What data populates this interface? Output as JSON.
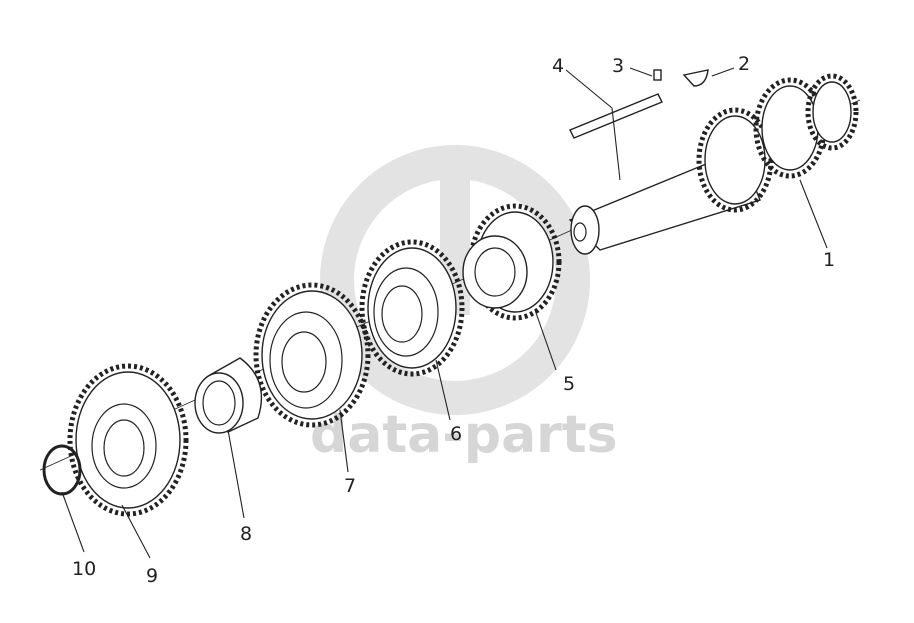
{
  "watermark": {
    "text": "data-parts",
    "color": "#d6d6d6"
  },
  "callouts": [
    {
      "id": "1",
      "text": "1"
    },
    {
      "id": "2",
      "text": "2"
    },
    {
      "id": "3",
      "text": "3"
    },
    {
      "id": "4",
      "text": "4"
    },
    {
      "id": "5",
      "text": "5"
    },
    {
      "id": "6",
      "text": "6"
    },
    {
      "id": "7",
      "text": "7"
    },
    {
      "id": "8",
      "text": "8"
    },
    {
      "id": "9",
      "text": "9"
    },
    {
      "id": "10",
      "text": "10"
    }
  ]
}
